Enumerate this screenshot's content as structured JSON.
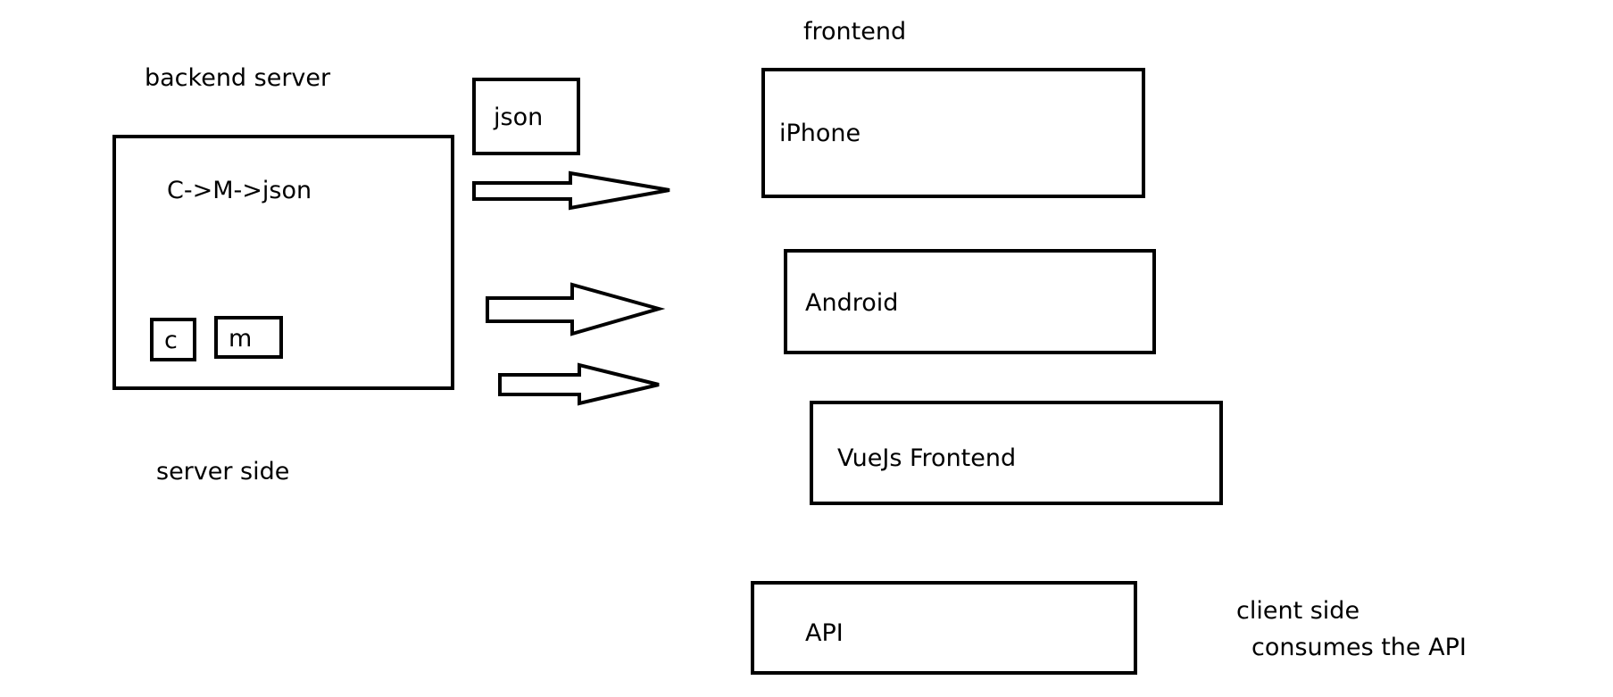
{
  "labels": {
    "backend_server": "backend server",
    "server_side": "server side",
    "frontend": "frontend",
    "client_side": "client side",
    "consumes_api": "consumes the API"
  },
  "server_box": {
    "flow": "C->M->json",
    "c": "c",
    "m": "m"
  },
  "json_box": "json",
  "clients": {
    "iphone": "iPhone",
    "android": "Android",
    "vuejs": "VueJs Frontend",
    "api": "API"
  }
}
